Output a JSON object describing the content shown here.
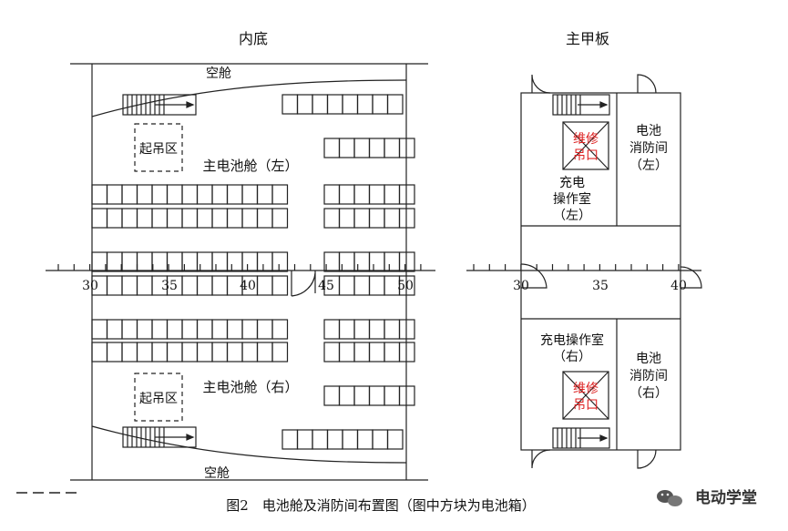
{
  "left_panel": {
    "title": "内底",
    "top_void_label": "空舱",
    "bottom_void_label": "空舱",
    "upper_compartment_label": "主电池舱（左）",
    "lower_compartment_label": "主电池舱（右）",
    "hoist_area_upper": "起吊区",
    "hoist_area_lower": "起吊区",
    "frame_labels": [
      "30",
      "35",
      "40",
      "45",
      "50"
    ]
  },
  "right_panel": {
    "title": "主甲板",
    "fire_room_upper": [
      "电池",
      "消防间",
      "（左）"
    ],
    "fire_room_lower": [
      "电池",
      "消防间",
      "（右）"
    ],
    "charging_room_upper": [
      "充电",
      "操作室",
      "（左）"
    ],
    "charging_room_lower": [
      "充电操作室",
      "（右）"
    ],
    "hatch_upper": [
      "维修",
      "吊口"
    ],
    "hatch_lower": [
      "维修",
      "吊口"
    ],
    "frame_labels": [
      "30",
      "35",
      "40"
    ]
  },
  "caption": "图2　电池舱及消防间布置图（图中方块为电池箱）",
  "watermark": "电动学堂",
  "colors": {
    "line": "#222222",
    "hatch_text": "#dd2222"
  }
}
